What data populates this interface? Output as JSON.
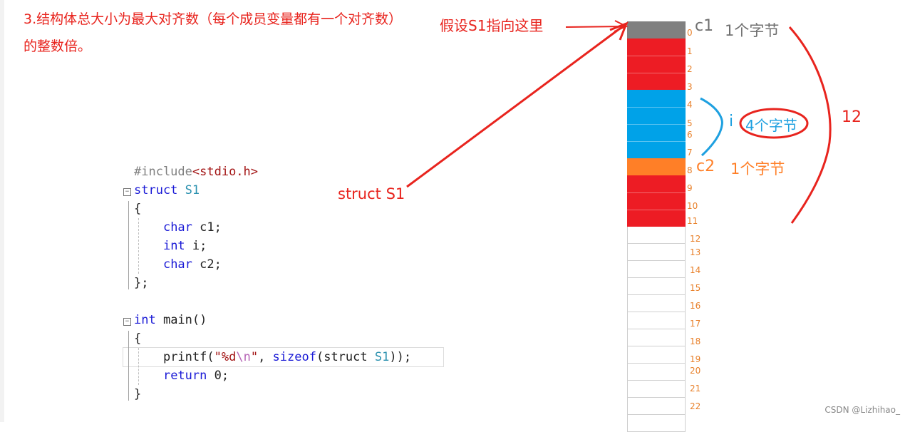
{
  "rule_text": "3.结构体总大小为最大对齐数（每个成员变量都有一个对齐数）的整数倍。",
  "annotations": {
    "pointer_note": "假设S1指向这里",
    "struct_label": "struct S1",
    "total_size": "12"
  },
  "members": [
    {
      "name": "c1",
      "size_label": "1个字节",
      "color": "#808080",
      "label_color": "#707070"
    },
    {
      "name": "i",
      "size_label": "4个字节",
      "color": "#00a2e8",
      "label_color": "#1ea0e0"
    },
    {
      "name": "c2",
      "size_label": "1个字节",
      "color": "#ff7f27",
      "label_color": "#ff7f27"
    }
  ],
  "memory": {
    "indices": [
      "0",
      "1",
      "2",
      "3",
      "4",
      "5",
      "6",
      "7",
      "8",
      "9",
      "10",
      "11",
      "12",
      "13",
      "14",
      "15",
      "16",
      "17",
      "18",
      "19",
      "20",
      "21",
      "22"
    ],
    "colors": {
      "c1": "#808080",
      "padding": "#ed1c24",
      "i": "#00a2e8",
      "c2": "#ff7f27",
      "index": "#e8802a",
      "annotation": "#e8241e"
    }
  },
  "code": {
    "line1": {
      "a": "#include",
      "b": "<stdio.h>"
    },
    "line2": {
      "a": "struct",
      "b": " S1"
    },
    "line3": "{",
    "line4": {
      "a": "char",
      "b": " c1;"
    },
    "line5": {
      "a": "int",
      "b": " i;"
    },
    "line6": {
      "a": "char",
      "b": " c2;"
    },
    "line7": "};",
    "line9": {
      "a": "int",
      "b": " main()"
    },
    "line10": "{",
    "line11": {
      "a": "printf(",
      "b": "\"%d",
      "c": "\\n",
      "d": "\"",
      "e": ", ",
      "f": "sizeof",
      "g": "(struct ",
      "h": "S1",
      "i": "));"
    },
    "line12": {
      "a": "return",
      "b": " 0;"
    },
    "line13": "}"
  },
  "watermark": "CSDN @Lizhihao_"
}
